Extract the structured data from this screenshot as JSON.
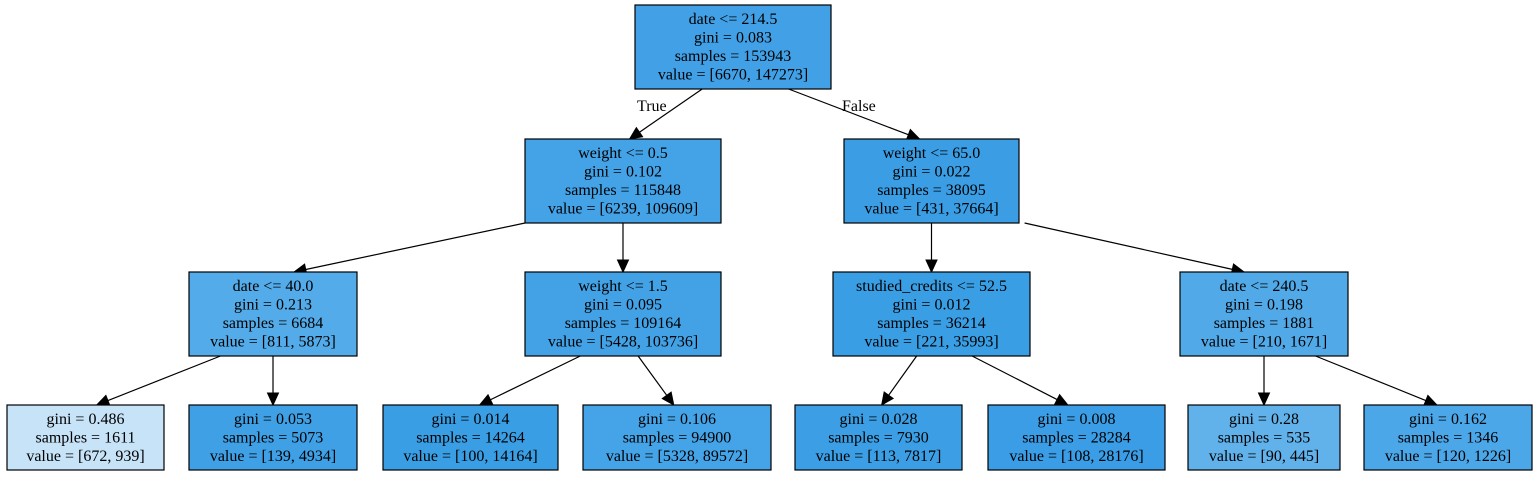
{
  "nodes": [
    {
      "id": "root",
      "lines": [
        "date <= 214.5",
        "gini = 0.083",
        "samples = 153943",
        "value = [6670, 147273]"
      ],
      "fill": "#42a1e6"
    },
    {
      "id": "n1",
      "lines": [
        "weight <= 0.5",
        "gini = 0.102",
        "samples = 115848",
        "value = [6239, 109609]"
      ],
      "fill": "#44a2e6"
    },
    {
      "id": "n2",
      "lines": [
        "weight <= 65.0",
        "gini = 0.022",
        "samples = 38095",
        "value = [431, 37664]"
      ],
      "fill": "#3b9ee5"
    },
    {
      "id": "n3",
      "lines": [
        "date <= 40.0",
        "gini = 0.213",
        "samples = 6684",
        "value = [811, 5873]"
      ],
      "fill": "#54abe9"
    },
    {
      "id": "n4",
      "lines": [
        "weight <= 1.5",
        "gini = 0.095",
        "samples = 109164",
        "value = [5428, 103736]"
      ],
      "fill": "#43a2e6"
    },
    {
      "id": "n5",
      "lines": [
        "studied_credits <= 52.5",
        "gini = 0.012",
        "samples = 36214",
        "value = [221, 35993]"
      ],
      "fill": "#3a9ee5"
    },
    {
      "id": "n6",
      "lines": [
        "date <= 240.5",
        "gini = 0.198",
        "samples = 1881",
        "value = [210, 1671]"
      ],
      "fill": "#52a9e8"
    },
    {
      "id": "n7",
      "lines": [
        "gini = 0.486",
        "samples = 1611",
        "value = [672, 939]"
      ],
      "fill": "#c7e3f8"
    },
    {
      "id": "n8",
      "lines": [
        "gini = 0.053",
        "samples = 5073",
        "value = [139, 4934]"
      ],
      "fill": "#3fa0e6"
    },
    {
      "id": "n9",
      "lines": [
        "gini = 0.014",
        "samples = 14264",
        "value = [100, 14164]"
      ],
      "fill": "#3a9ee5"
    },
    {
      "id": "n10",
      "lines": [
        "gini = 0.106",
        "samples = 94900",
        "value = [5328, 89572]"
      ],
      "fill": "#45a3e7"
    },
    {
      "id": "n11",
      "lines": [
        "gini = 0.028",
        "samples = 7930",
        "value = [113, 7817]"
      ],
      "fill": "#3c9fe5"
    },
    {
      "id": "n12",
      "lines": [
        "gini = 0.008",
        "samples = 28284",
        "value = [108, 28176]"
      ],
      "fill": "#3a9de5"
    },
    {
      "id": "n13",
      "lines": [
        "gini = 0.28",
        "samples = 535",
        "value = [90, 445]"
      ],
      "fill": "#61b1ea"
    },
    {
      "id": "n14",
      "lines": [
        "gini = 0.162",
        "samples = 1346",
        "value = [120, 1226]"
      ],
      "fill": "#4ca7e8"
    }
  ],
  "edges": [
    {
      "from": "root",
      "to": "n1",
      "label": "True"
    },
    {
      "from": "root",
      "to": "n2",
      "label": "False"
    },
    {
      "from": "n1",
      "to": "n3",
      "label": ""
    },
    {
      "from": "n1",
      "to": "n4",
      "label": ""
    },
    {
      "from": "n2",
      "to": "n5",
      "label": ""
    },
    {
      "from": "n2",
      "to": "n6",
      "label": ""
    },
    {
      "from": "n3",
      "to": "n7",
      "label": ""
    },
    {
      "from": "n3",
      "to": "n8",
      "label": ""
    },
    {
      "from": "n4",
      "to": "n9",
      "label": ""
    },
    {
      "from": "n4",
      "to": "n10",
      "label": ""
    },
    {
      "from": "n5",
      "to": "n11",
      "label": ""
    },
    {
      "from": "n5",
      "to": "n12",
      "label": ""
    },
    {
      "from": "n6",
      "to": "n13",
      "label": ""
    },
    {
      "from": "n6",
      "to": "n14",
      "label": ""
    }
  ]
}
